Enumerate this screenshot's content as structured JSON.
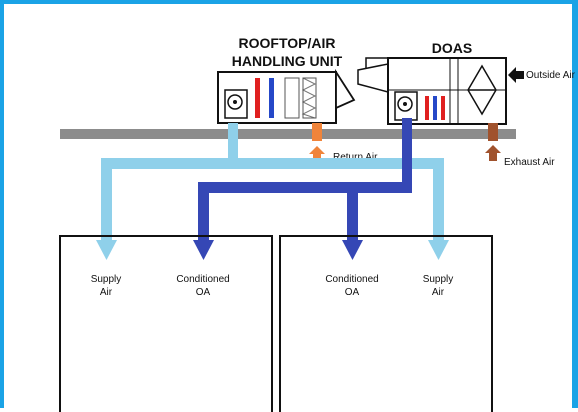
{
  "labels": {
    "rtu_title_line1": "ROOFTOP/AIR",
    "rtu_title_line2": "HANDLING UNIT",
    "doas_title": "DOAS",
    "outside_air": "Outside Air",
    "return_air": "Return Air",
    "exhaust_air": "Exhaust Air",
    "room1_supply_line1": "Supply",
    "room1_supply_line2": "Air",
    "room1_conditioned_line1": "Conditioned",
    "room1_conditioned_line2": "OA",
    "room2_conditioned_line1": "Conditioned",
    "room2_conditioned_line2": "OA",
    "room2_supply_line1": "Supply",
    "room2_supply_line2": "Air"
  },
  "colors": {
    "frame_border": "#1aa3e6",
    "supply_duct": "#8fd0ea",
    "oa_duct": "#3547b5",
    "return_duct": "#f0843a",
    "exhaust_duct": "#a0522d",
    "roof": "#8c8c8c",
    "coil_red": "#e02020",
    "coil_blue": "#2548c8"
  }
}
